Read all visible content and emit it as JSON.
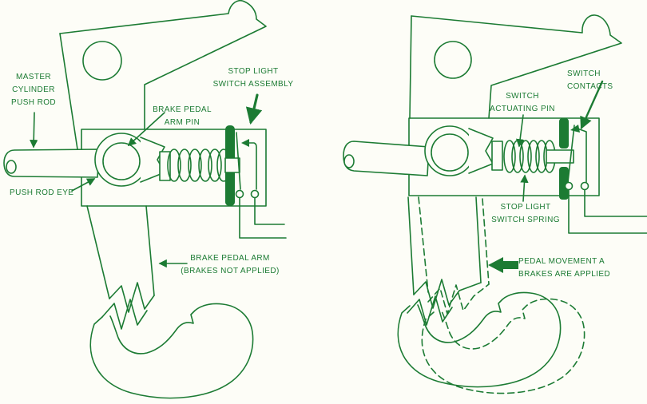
{
  "colors": {
    "line": "#1c7b33",
    "background": "#fdfdf7"
  },
  "figure_left": {
    "labels": {
      "master_cylinder_push_rod": "MASTER\nCYLINDER\nPUSH ROD",
      "brake_pedal_arm_pin": "BRAKE PEDAL\nARM PIN",
      "stop_light_switch_assembly": "STOP LIGHT\nSWITCH ASSEMBLY",
      "push_rod_eye": "PUSH ROD EYE",
      "brake_pedal_arm": "BRAKE PEDAL ARM\n(BRAKES NOT APPLIED)"
    }
  },
  "figure_right": {
    "labels": {
      "switch_contacts": "SWITCH CONTACTS",
      "switch_actuating_pin": "SWITCH\nACTUATING PIN",
      "stop_light_switch_spring": "STOP LIGHT\nSWITCH SPRING",
      "pedal_movement": "PEDAL MOVEMENT A\nBRAKES ARE APPLIED"
    }
  }
}
